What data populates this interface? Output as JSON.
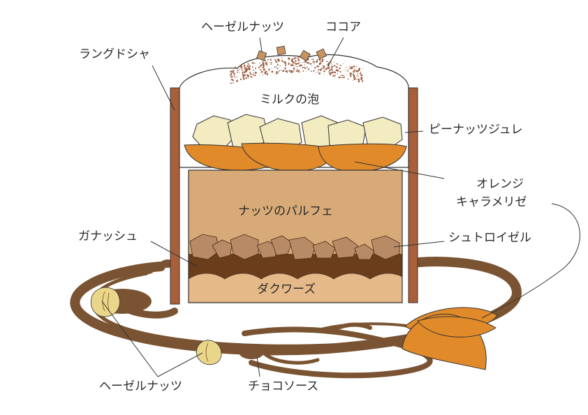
{
  "labels": {
    "hazelnut_top": "ヘーゼルナッツ",
    "cocoa": "ココア",
    "langue_de_chat": "ラングドシャ",
    "milk_foam": "ミルクの泡",
    "peanut_jelly": "ピーナッツジュレ",
    "orange_caramelise_line1": "オレンジ",
    "orange_caramelise_line2": "キャラメリゼ",
    "nut_parfait": "ナッツのパルフェ",
    "ganache": "ガナッシュ",
    "streusel": "シュトロイゼル",
    "dacquoise": "ダクワーズ",
    "hazelnut_bottom": "ヘーゼルナッツ",
    "chocolate_sauce": "チョコソース"
  },
  "colors": {
    "wafer": "#a9603a",
    "foam": "#ffffff",
    "cocoa": "#9a5a3c",
    "hazelnut_cube": "#c8935e",
    "jelly": "#f3ecc0",
    "orange": "#e08a2a",
    "parfait": "#d8aa78",
    "ganache": "#6b3d1a",
    "streusel": "#b98a66",
    "dacquoise": "#e6b989",
    "sauce": "#7a5432",
    "hazelnut": "#ead68a",
    "line": "#333333"
  }
}
